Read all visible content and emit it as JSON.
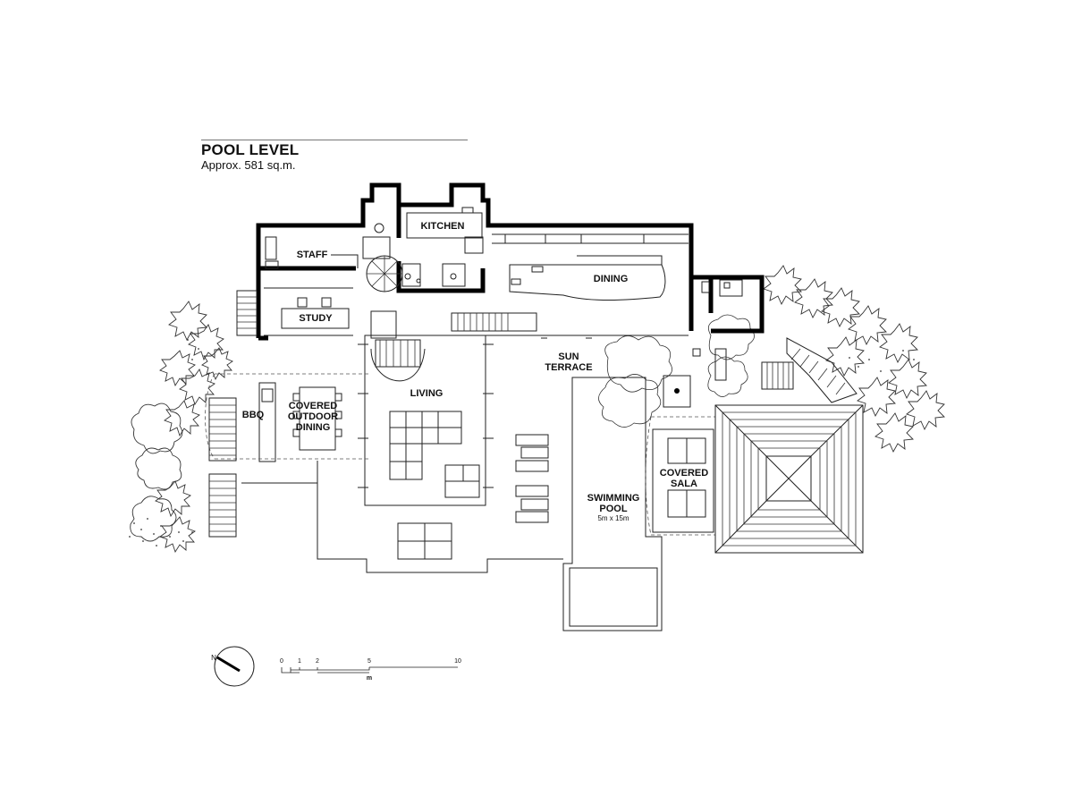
{
  "header": {
    "title": "POOL LEVEL",
    "area": "Approx. 581 sq.m."
  },
  "rooms": {
    "kitchen": "KITCHEN",
    "staff": "STAFF",
    "dining": "DINING",
    "study": "STUDY",
    "sun_terrace_1": "SUN",
    "sun_terrace_2": "TERRACE",
    "living": "LIVING",
    "bbq": "BBQ",
    "covered_outdoor_1": "COVERED",
    "covered_outdoor_2": "OUTDOOR",
    "covered_outdoor_3": "DINING",
    "covered_sala_1": "COVERED",
    "covered_sala_2": "SALA",
    "pool_1": "SWIMMING",
    "pool_2": "POOL",
    "pool_size": "5m x 15m"
  },
  "scale_bar": {
    "ticks": [
      "0",
      "1",
      "2",
      "5",
      "10"
    ],
    "unit": "m"
  },
  "north_arrow": {
    "label": "N"
  }
}
